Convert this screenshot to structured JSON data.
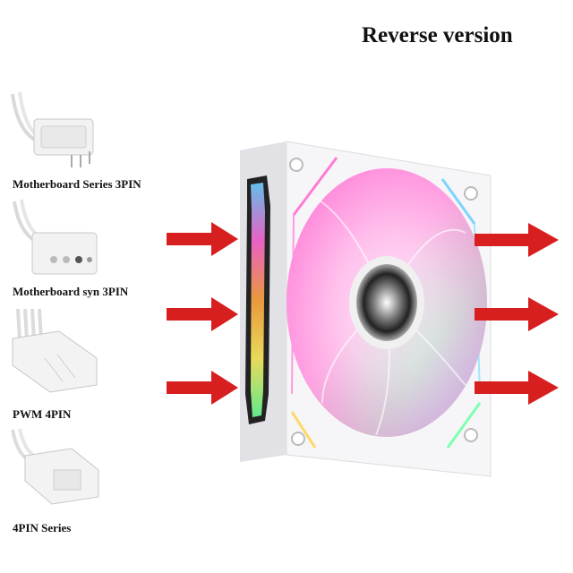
{
  "title": "Reverse version",
  "connectors": [
    {
      "label": "Motherboard Series 3PIN",
      "icon": "3pin-connector-icon"
    },
    {
      "label": "Motherboard syn 3PIN",
      "icon": "syn-3pin-connector-icon"
    },
    {
      "label": "PWM 4PIN",
      "icon": "pwm-4pin-connector-icon"
    },
    {
      "label": "4PIN Series",
      "icon": "4pin-connector-icon"
    }
  ],
  "colors": {
    "arrow": "#d81f1f",
    "fan_frame": "#f4f4f6",
    "blade_pink": "#ff6fd0",
    "blade_green": "#8df0b0",
    "blade_blue": "#8fd8ff"
  }
}
